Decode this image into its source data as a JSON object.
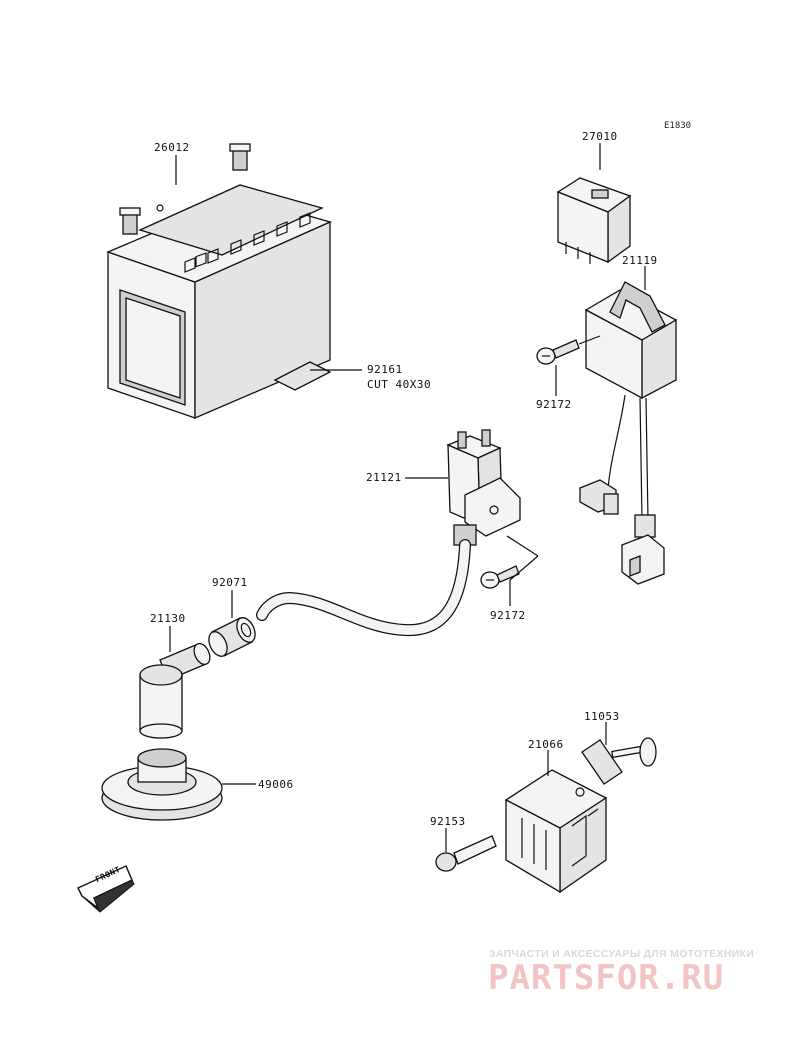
{
  "diagram_code": "E1830",
  "parts": [
    {
      "number": "26012"
    },
    {
      "number": "92161",
      "note": "CUT 40X30"
    },
    {
      "number": "27010"
    },
    {
      "number": "21119"
    },
    {
      "number": "92172"
    },
    {
      "number": "21121"
    },
    {
      "number": "92172"
    },
    {
      "number": "92071"
    },
    {
      "number": "21130"
    },
    {
      "number": "49006"
    },
    {
      "number": "11053"
    },
    {
      "number": "21066"
    },
    {
      "number": "92153"
    }
  ],
  "direction_arrow": "FRONT",
  "watermark": {
    "tagline": "ЗАПЧАСТИ И АКСЕССУАРЫ ДЛЯ МОТОТЕХНИКИ",
    "logo": "PARTSFOR.RU"
  }
}
